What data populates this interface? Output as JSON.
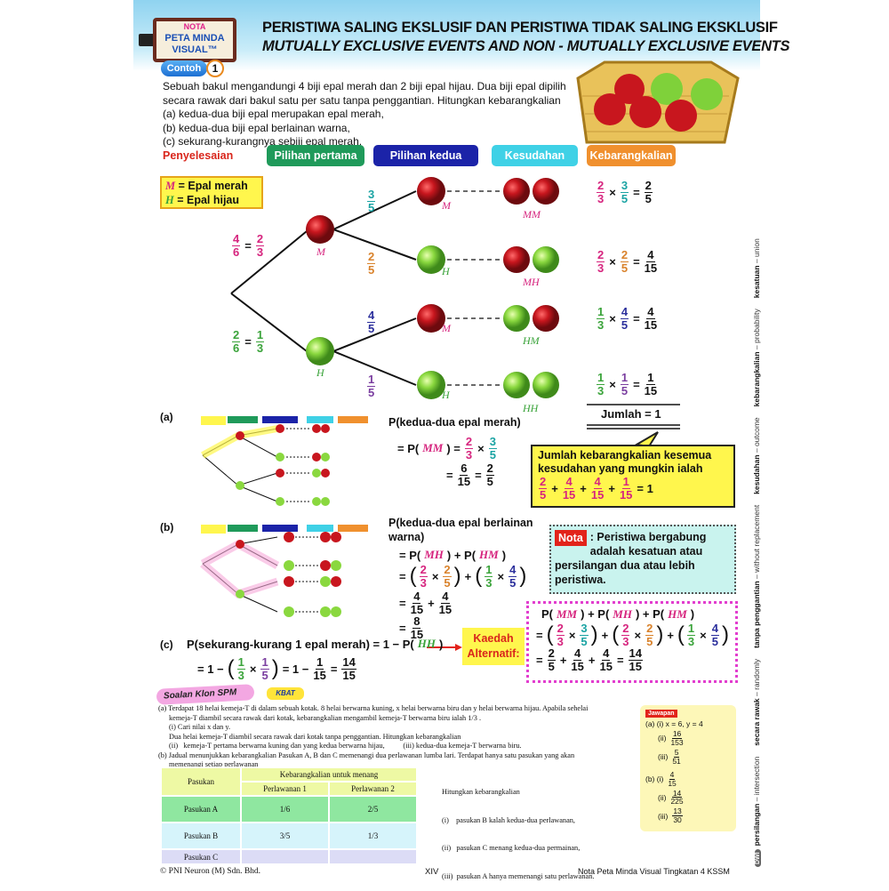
{
  "logo": {
    "line1": "NOTA",
    "line2": "PETA MINDA",
    "line3": "VISUAL™"
  },
  "title": {
    "malay": "PERISTIWA SALING EKSLUSIF DAN PERISTIWA TIDAK SALING EKSKLUSIF",
    "english": "MUTUALLY EXCLUSIVE EVENTS AND NON - MUTUALLY EXCLUSIVE EVENTS"
  },
  "example": {
    "label": "Contoh",
    "number": "1"
  },
  "problem": [
    "Sebuah bakul mengandungi 4 biji epal merah dan 2 biji epal hijau. Dua biji epal dipilih secara rawak dari bakul satu per satu tanpa penggantian. Hitungkan kebarangkalian",
    "(a) kedua-dua biji epal merupakan epal merah,",
    "(b) kedua-dua biji epal berlainan warna,",
    "(c) sekurang-kurangnya sebiji epal merah."
  ],
  "solution_label": "Penyelesaian",
  "columns": [
    {
      "label": "Pilihan pertama",
      "color": "#1f9a5a"
    },
    {
      "label": "Pilihan kedua",
      "color": "#1b23a8"
    },
    {
      "label": "Kesudahan",
      "color": "#3fd1e6"
    },
    {
      "label": "Kebarangkalian",
      "color": "#f0902e"
    }
  ],
  "legend": {
    "m_sym": "M",
    "m_text": " = Epal merah",
    "h_sym": "H",
    "h_text": " = Epal hijau"
  },
  "tree": {
    "first": [
      {
        "label": "M",
        "expr": [
          {
            "n": "4",
            "d": "6",
            "c": "#d6247e"
          },
          "=",
          {
            "n": "2",
            "d": "3",
            "c": "#d6247e"
          }
        ]
      },
      {
        "label": "H",
        "expr": [
          {
            "n": "2",
            "d": "6",
            "c": "#3aa33a"
          },
          "=",
          {
            "n": "1",
            "d": "3",
            "c": "#3aa33a"
          }
        ]
      }
    ],
    "second": [
      {
        "label": "M",
        "frac": [
          {
            "n": "3",
            "d": "5",
            "c": "#1aa3a3"
          }
        ],
        "outcome": "MM",
        "prob": [
          {
            "n": "2",
            "d": "3",
            "c": "#d6247e"
          },
          "×",
          {
            "n": "3",
            "d": "5",
            "c": "#1aa3a3"
          },
          "=",
          {
            "n": "2",
            "d": "5"
          }
        ]
      },
      {
        "label": "H",
        "frac": [
          {
            "n": "2",
            "d": "5",
            "c": "#d9822b"
          }
        ],
        "outcome": "MH",
        "prob": [
          {
            "n": "2",
            "d": "3",
            "c": "#d6247e"
          },
          "×",
          {
            "n": "2",
            "d": "5",
            "c": "#d9822b"
          },
          "=",
          {
            "n": "4",
            "d": "15"
          }
        ]
      },
      {
        "label": "M",
        "frac": [
          {
            "n": "4",
            "d": "5",
            "c": "#2b2f9c"
          }
        ],
        "outcome": "HM",
        "prob": [
          {
            "n": "1",
            "d": "3",
            "c": "#3aa33a"
          },
          "×",
          {
            "n": "4",
            "d": "5",
            "c": "#2b2f9c"
          },
          "=",
          {
            "n": "4",
            "d": "15"
          }
        ]
      },
      {
        "label": "H",
        "frac": [
          {
            "n": "1",
            "d": "5",
            "c": "#7b3fa0"
          }
        ],
        "outcome": "HH",
        "prob": [
          {
            "n": "1",
            "d": "3",
            "c": "#3aa33a"
          },
          "×",
          {
            "n": "1",
            "d": "5",
            "c": "#7b3fa0"
          },
          "=",
          {
            "n": "1",
            "d": "15"
          }
        ]
      }
    ],
    "total": "Jumlah =  1"
  },
  "callout": {
    "text": "Jumlah kebarangkalian kesemua kesudahan yang mungkin ialah",
    "expr": [
      {
        "n": "2",
        "d": "5",
        "c": "#d6247e"
      },
      "+",
      {
        "n": "4",
        "d": "15",
        "c": "#d6247e"
      },
      "+",
      {
        "n": "4",
        "d": "15",
        "c": "#d6247e"
      },
      "+",
      {
        "n": "1",
        "d": "15",
        "c": "#d6247e"
      },
      "= 1"
    ]
  },
  "part_a": {
    "label": "(a)",
    "title": "P(kedua-dua epal merah)",
    "lines": [
      [
        "= P(",
        {
          "t": "MM",
          "c": "#d6247e"
        },
        ") =",
        {
          "n": "2",
          "d": "3",
          "c": "#d6247e"
        },
        "×",
        {
          "n": "3",
          "d": "5",
          "c": "#1aa3a3"
        }
      ],
      [
        "=",
        {
          "n": "6",
          "d": "15"
        },
        "=",
        {
          "n": "2",
          "d": "5"
        }
      ]
    ]
  },
  "part_b": {
    "label": "(b)",
    "title": "P(kedua-dua epal berlainan warna)",
    "lines": [
      [
        "= P(",
        {
          "t": "MH",
          "c": "#d6247e"
        },
        ") + P(",
        {
          "t": "HM",
          "c": "#d6247e"
        },
        ")"
      ],
      [
        "=",
        {
          "p": "("
        },
        {
          "n": "2",
          "d": "3",
          "c": "#d6247e"
        },
        "×",
        {
          "n": "2",
          "d": "5",
          "c": "#d9822b"
        },
        {
          "p": ")"
        },
        "+",
        {
          "p": "("
        },
        {
          "n": "1",
          "d": "3",
          "c": "#3aa33a"
        },
        "×",
        {
          "n": "4",
          "d": "5",
          "c": "#2b2f9c"
        },
        {
          "p": ")"
        }
      ],
      [
        "=",
        {
          "n": "4",
          "d": "15"
        },
        "+",
        {
          "n": "4",
          "d": "15"
        }
      ],
      [
        "=",
        {
          "n": "8",
          "d": "15"
        }
      ]
    ]
  },
  "nota": {
    "tag": "Nota",
    "text": ": Peristiwa bergabung adalah kesatuan atau persilangan dua atau lebih peristiwa."
  },
  "alt": {
    "lines": [
      [
        "P(",
        {
          "t": "MM",
          "c": "#d6247e"
        },
        ") + P(",
        {
          "t": "MH",
          "c": "#d6247e"
        },
        ") + P(",
        {
          "t": "HM",
          "c": "#d6247e"
        },
        ")"
      ],
      [
        "=",
        {
          "p": "("
        },
        {
          "n": "2",
          "d": "3",
          "c": "#d6247e"
        },
        "×",
        {
          "n": "3",
          "d": "5",
          "c": "#1aa3a3"
        },
        {
          "p": ")"
        },
        "+",
        {
          "p": "("
        },
        {
          "n": "2",
          "d": "3",
          "c": "#d6247e"
        },
        "×",
        {
          "n": "2",
          "d": "5",
          "c": "#d9822b"
        },
        {
          "p": ")"
        },
        "+",
        {
          "p": "("
        },
        {
          "n": "1",
          "d": "3",
          "c": "#3aa33a"
        },
        "×",
        {
          "n": "4",
          "d": "5",
          "c": "#2b2f9c"
        },
        {
          "p": ")"
        }
      ],
      [
        "=",
        {
          "n": "2",
          "d": "5"
        },
        "+",
        {
          "n": "4",
          "d": "15"
        },
        "+",
        {
          "n": "4",
          "d": "15"
        },
        "=",
        {
          "n": "14",
          "d": "15"
        }
      ]
    ]
  },
  "kaedah": {
    "line1": "Kaedah",
    "line2": "Alternatif:"
  },
  "part_c": {
    "label": "(c)",
    "lines": [
      [
        "P(sekurang-kurang 1 epal merah) = 1 − P(",
        {
          "t": "HH",
          "c": "#3aa33a"
        },
        ")"
      ],
      [
        "= 1 −",
        {
          "p": "("
        },
        {
          "n": "1",
          "d": "3",
          "c": "#3aa33a"
        },
        "×",
        {
          "n": "1",
          "d": "5",
          "c": "#7b3fa0"
        },
        {
          "p": ")"
        },
        "= 1 −",
        {
          "n": "1",
          "d": "15"
        },
        "=",
        {
          "n": "14",
          "d": "15"
        }
      ]
    ]
  },
  "klon": {
    "banner": "Soalan Klon SPM",
    "kbat": "KBAT"
  },
  "questions": {
    "a": [
      "(a) Terdapat 18 helai kemeja-T di dalam sebuah kotak. 8 helai berwarna kuning, x helai berwarna biru dan y helai berwarna hijau. Apabila sehelai",
      "kemeja-T diambil secara rawak dari kotak, kebarangkalian mengambil kemeja-T berwarna biru ialah 1/3 .",
      "(i)    Cari nilai x dan y.",
      "Dua helai kemeja-T diambil secara rawak dari kotak tanpa penggantian. Hitungkan kebarangkalian",
      "(ii)   kemeja-T pertama berwarna kuning dan yang kedua berwarna hijau,          (iii) kedua-dua kemeja-T berwarna biru."
    ],
    "b": [
      "(b) Jadual menunjukkan kebarangkalian Pasukan A, B dan C memenangi dua perlawanan lumba lari. Terdapat hanya satu pasukan yang akan",
      "memenangi setiap perlawanan"
    ],
    "table": {
      "col0": "Pasukan",
      "group": "Kebarangkalian untuk menang",
      "cols": [
        "Perlawanan 1",
        "Perlawanan 2"
      ],
      "rows": [
        {
          "team": "Pasukan A",
          "v": [
            "1/6",
            "2/5"
          ]
        },
        {
          "team": "Pasukan B",
          "v": [
            "3/5",
            "1/3"
          ]
        },
        {
          "team": "Pasukan C",
          "v": [
            "",
            ""
          ]
        }
      ]
    },
    "calc": [
      "Hitungkan kebarangkalian",
      "(i)    pasukan B kalah kedua-dua perlawanan,",
      "(ii)   pasukan C menang kedua-dua permainan,",
      "(iii)  pasukan A hanya memenangi satu perlawanan."
    ]
  },
  "answers": {
    "tag": "Jawapan",
    "a_i": "(a) (i) x = 6, y = 4",
    "items": [
      {
        "k": "(ii)",
        "n": "16",
        "d": "153"
      },
      {
        "k": "(iii)",
        "n": "5",
        "d": "51"
      },
      {
        "k": "(b) (i)",
        "n": "4",
        "d": "15"
      },
      {
        "k": "(ii)",
        "n": "14",
        "d": "225"
      },
      {
        "k": "(iii)",
        "n": "13",
        "d": "30"
      }
    ]
  },
  "glossary": {
    "badge": "DWI",
    "items": [
      {
        "ms": "persilangan",
        "en": "intersection"
      },
      {
        "ms": "secara rawak",
        "en": "randomly"
      },
      {
        "ms": "tanpa penggantian",
        "en": "without replacement"
      },
      {
        "ms": "kesudahan",
        "en": "outcome"
      },
      {
        "ms": "kebarangkalian",
        "en": "probability"
      },
      {
        "ms": "kesatuan",
        "en": "union"
      }
    ]
  },
  "footer": {
    "left": "© PNI Neuron (M) Sdn. Bhd.",
    "center": "XIV",
    "right": "Nota Peta Minda Visual Tingkatan 4 KSSM"
  }
}
